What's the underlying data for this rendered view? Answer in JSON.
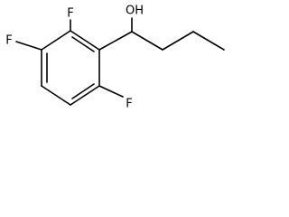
{
  "structure": {
    "atom_labels": {
      "hydroxyl": "OH",
      "fluorine_top": "F",
      "fluorine_left": "F",
      "fluorine_bottom": "F"
    }
  }
}
